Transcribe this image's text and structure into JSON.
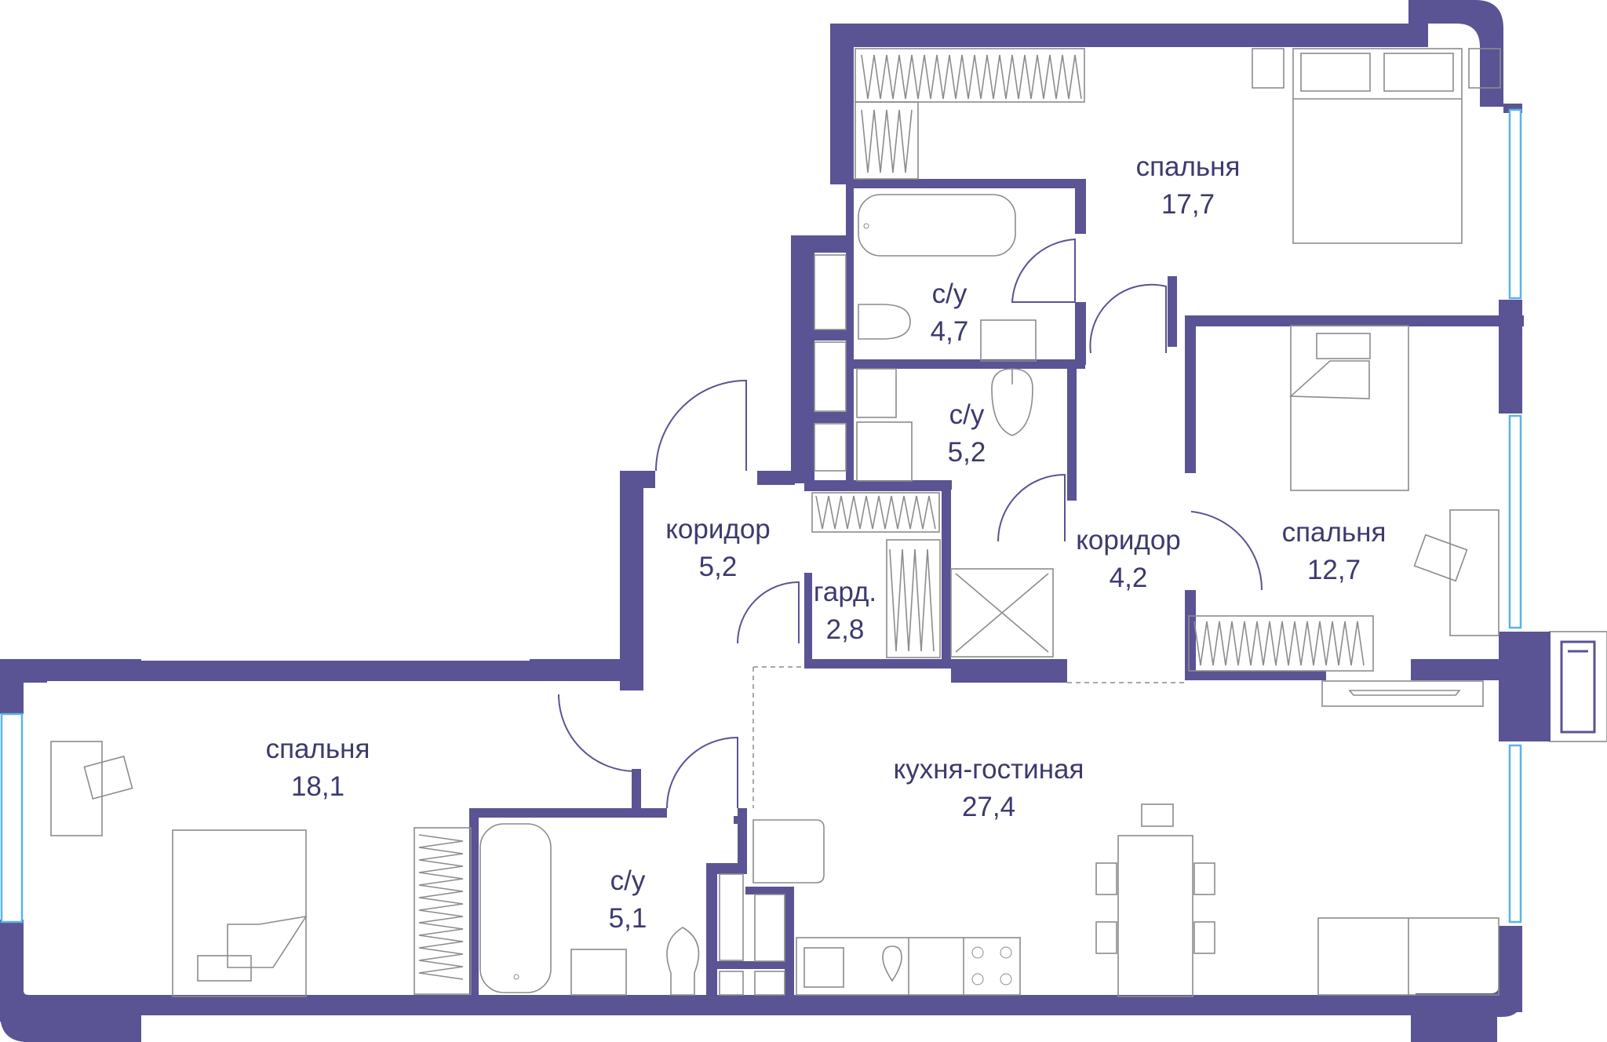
{
  "colors": {
    "wall": "#5a5394",
    "text": "#3c3a6e",
    "furniture": "#8c8c8c",
    "window": "#5ab4e8",
    "background": "#ffffff"
  },
  "rooms": [
    {
      "id": "bedroom-1",
      "name": "спальня",
      "area": "17,7"
    },
    {
      "id": "bath-1",
      "name": "с/у",
      "area": "4,7"
    },
    {
      "id": "bath-2",
      "name": "с/у",
      "area": "5,2"
    },
    {
      "id": "corridor-1",
      "name": "коридор",
      "area": "5,2"
    },
    {
      "id": "corridor-2",
      "name": "коридор",
      "area": "4,2"
    },
    {
      "id": "bedroom-2",
      "name": "спальня",
      "area": "12,7"
    },
    {
      "id": "wardrobe",
      "name": "гард.",
      "area": "2,8"
    },
    {
      "id": "bedroom-3",
      "name": "спальня",
      "area": "18,1"
    },
    {
      "id": "kitchen-living",
      "name": "кухня-гостиная",
      "area": "27,4"
    },
    {
      "id": "bath-3",
      "name": "с/у",
      "area": "5,1"
    }
  ]
}
